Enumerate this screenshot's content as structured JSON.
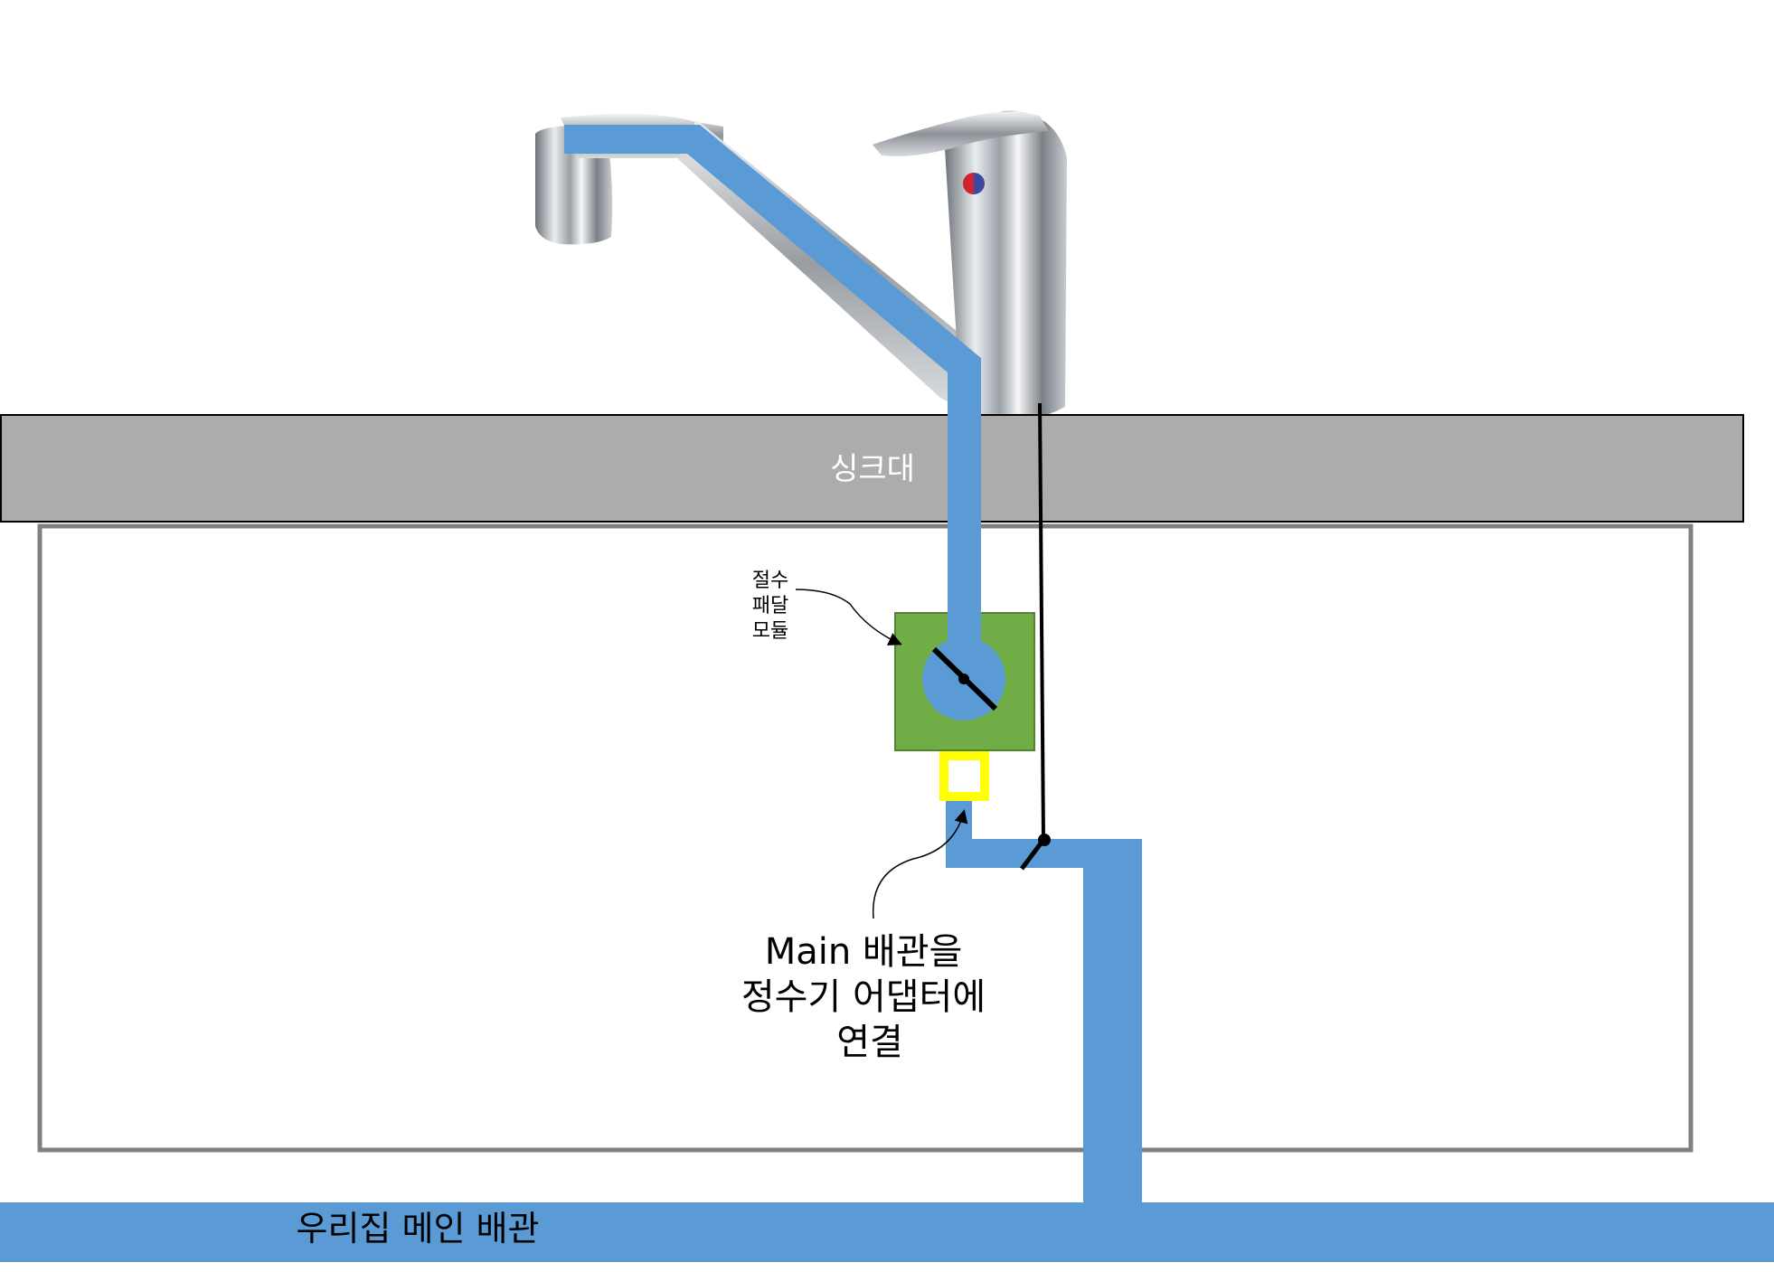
{
  "labels": {
    "sink": "싱크대",
    "module_line1": "절수",
    "module_line2": "패달",
    "module_line3": "모듈",
    "adapter_line1": "Main 배관을",
    "adapter_line2": "정수기 어댑터에",
    "adapter_line3": "연결",
    "main_pipe": "우리집 메인 배관"
  },
  "colors": {
    "pipe": "#5b9bd5",
    "sink_counter": "#aeabab",
    "cabinet_border": "#808080",
    "module": "#70ad47",
    "adapter": "#ffff00",
    "line": "#000000"
  },
  "icons": [
    "faucet-icon",
    "valve-icon"
  ]
}
